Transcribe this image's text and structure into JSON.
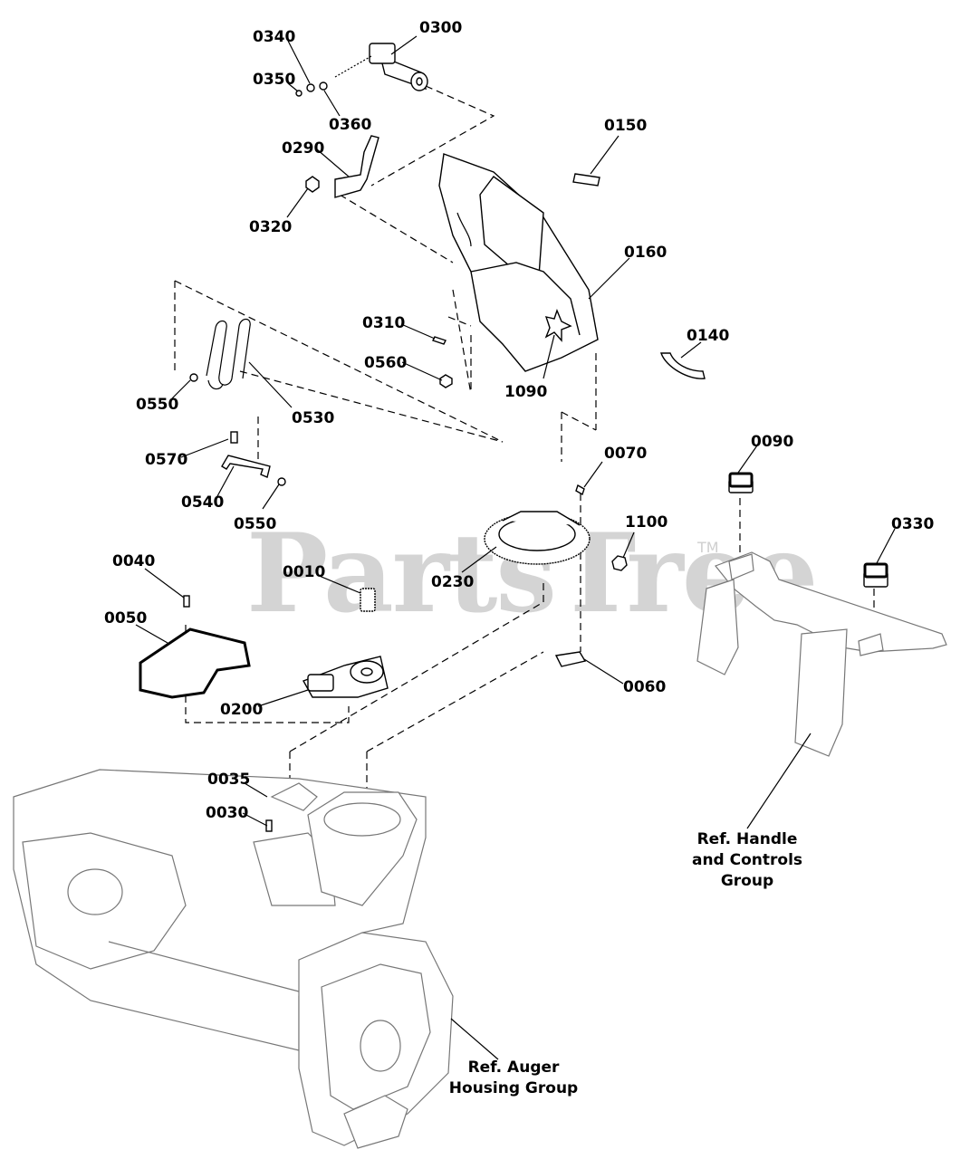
{
  "watermark": {
    "text": "PartsTree",
    "tm": "TM"
  },
  "callouts": {
    "c0010": "0010",
    "c0030": "0030",
    "c0035": "0035",
    "c0040": "0040",
    "c0050": "0050",
    "c0060": "0060",
    "c0070": "0070",
    "c0090": "0090",
    "c0140": "0140",
    "c0150": "0150",
    "c0160": "0160",
    "c0200": "0200",
    "c0230": "0230",
    "c0290": "0290",
    "c0300": "0300",
    "c0310": "0310",
    "c0320": "0320",
    "c0330": "0330",
    "c0340": "0340",
    "c0350": "0350",
    "c0360": "0360",
    "c0530": "0530",
    "c0540": "0540",
    "c0550a": "0550",
    "c0550b": "0550",
    "c0560": "0560",
    "c0570": "0570",
    "c1090": "1090",
    "c1100": "1100"
  },
  "refs": {
    "handle": [
      "Ref. Handle",
      "and Controls",
      "Group"
    ],
    "auger": [
      "Ref. Auger",
      "Housing Group"
    ]
  }
}
